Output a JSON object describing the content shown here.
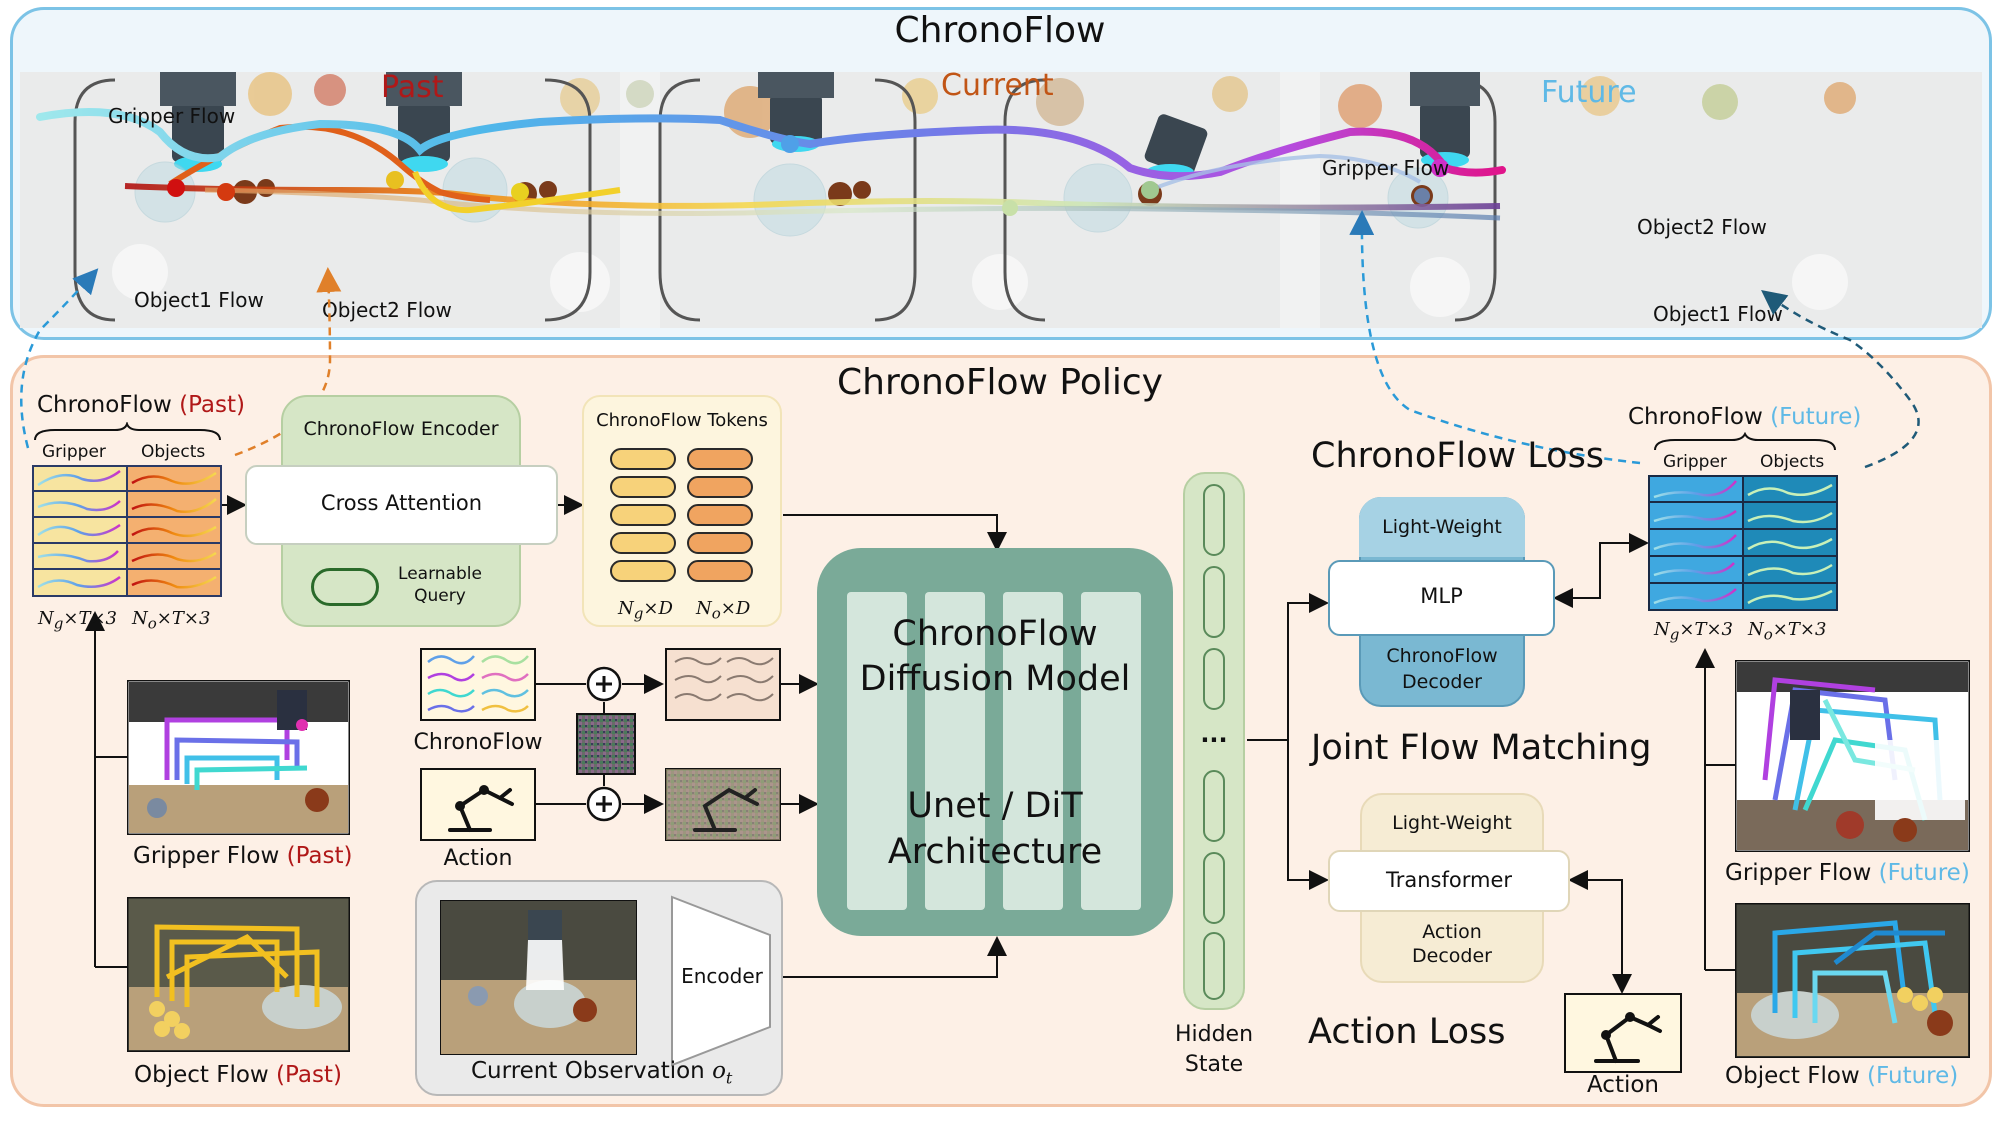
{
  "top": {
    "title": "ChronoFlow",
    "past": "Past",
    "current": "Current",
    "future": "Future",
    "gripper_flow_1": "Gripper Flow",
    "gripper_flow_2": "Gripper Flow",
    "object1_flow_1": "Object1 Flow",
    "object2_flow_1": "Object2 Flow",
    "object2_flow_2": "Object2 Flow",
    "object1_flow_2": "Object1 Flow"
  },
  "policy": {
    "title": "ChronoFlow Policy",
    "past_input": {
      "label": "ChronoFlow",
      "label_tag": "(Past)",
      "gripper": "Gripper",
      "objects": "Objects",
      "dim_g": "N",
      "dim_g_sub": "g",
      "dim_g_rest": "×T×3",
      "dim_o": "N",
      "dim_o_sub": "o",
      "dim_o_rest": "×T×3"
    },
    "encoder": {
      "title": "ChronoFlow Encoder",
      "cross_attention": "Cross Attention",
      "learnable_query_1": "Learnable",
      "learnable_query_2": "Query"
    },
    "tokens": {
      "title": "ChronoFlow Tokens",
      "dim_g": "N",
      "dim_g_sub": "g",
      "dim_g_rest": "×D",
      "dim_o": "N",
      "dim_o_sub": "o",
      "dim_o_rest": "×D"
    },
    "noisy": {
      "chronoflow": "ChronoFlow",
      "action": "Action"
    },
    "diffusion": {
      "line1": "ChronoFlow",
      "line2": "Diffusion Model",
      "line3": "Unet / DiT",
      "line4": "Architecture"
    },
    "observation": {
      "encoder": "Encoder",
      "label": "Current Observation ",
      "sym": "o",
      "sym_sub": "t"
    },
    "past_images": {
      "gripper": "Gripper Flow",
      "gripper_tag": "(Past)",
      "object": "Object Flow",
      "object_tag": "(Past)"
    },
    "hidden": {
      "ellipsis": "...",
      "line1": "Hidden",
      "line2": "State"
    },
    "losses": {
      "chronoflow_loss": "ChronoFlow Loss",
      "joint": "Joint Flow Matching",
      "action_loss": "Action Loss"
    },
    "flow_decoder": {
      "top": "Light-Weight",
      "mlp": "MLP",
      "bottom1": "ChronoFlow",
      "bottom2": "Decoder"
    },
    "action_decoder": {
      "top": "Light-Weight",
      "transformer": "Transformer",
      "bottom1": "Action",
      "bottom2": "Decoder"
    },
    "future_output": {
      "label": "ChronoFlow",
      "label_tag": "(Future)",
      "gripper": "Gripper",
      "objects": "Objects",
      "dim_g": "N",
      "dim_g_sub": "g",
      "dim_g_rest": "×T×3",
      "dim_o": "N",
      "dim_o_sub": "o",
      "dim_o_rest": "×T×3"
    },
    "future_images": {
      "gripper": "Gripper Flow",
      "gripper_tag": "(Future)",
      "object": "Object Flow",
      "object_tag": "(Future)"
    },
    "action_out": "Action"
  }
}
